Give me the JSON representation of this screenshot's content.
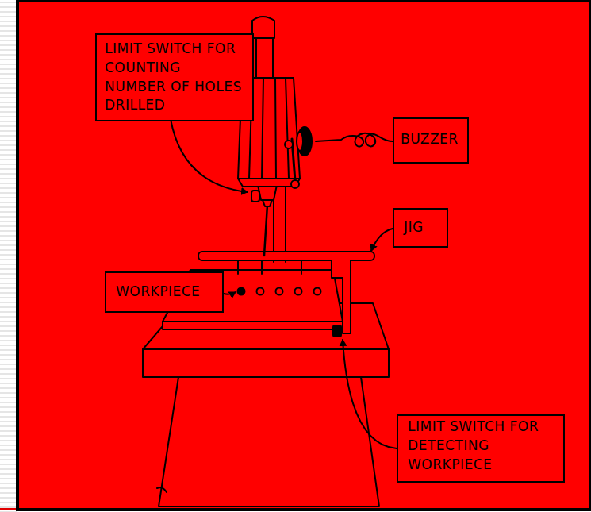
{
  "diagram": {
    "nodes": [
      {
        "text": [
          "LIMIT SWITCH FOR COUNTING NUMBER OF HOLES DRILLED"
        ]
      },
      {
        "text": [
          "BUZZER"
        ]
      },
      {
        "text": [
          "JIG"
        ]
      },
      {
        "text": [
          "WORKPIECE"
        ]
      },
      {
        "text": [
          "LIMIT SWITCH FOR DETECTING WORKPIECE"
        ]
      }
    ]
  }
}
